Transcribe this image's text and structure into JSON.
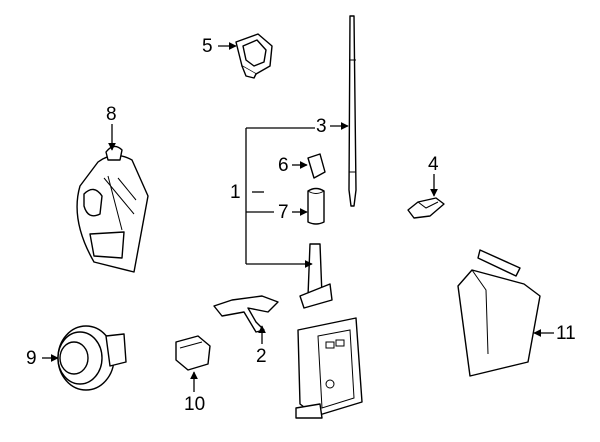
{
  "diagram": {
    "callouts": {
      "c1": "1",
      "c2": "2",
      "c3": "3",
      "c4": "4",
      "c5": "5",
      "c6": "6",
      "c7": "7",
      "c8": "8",
      "c9": "9",
      "c10": "10",
      "c11": "11"
    },
    "colors": {
      "line": "#000000",
      "background": "#ffffff"
    }
  }
}
